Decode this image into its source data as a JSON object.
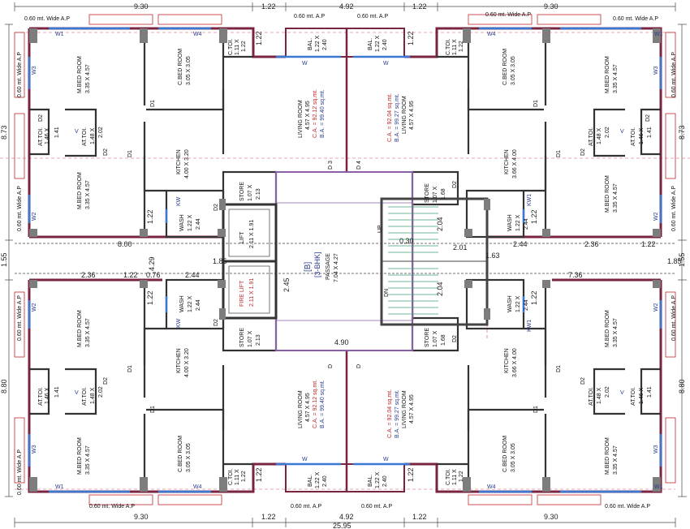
{
  "dims": {
    "top_930_l": "9.30",
    "top_122_l": "1.22",
    "top_492": "4.92",
    "top_122_r": "1.22",
    "top_930_r": "9.30",
    "bot_930_l": "9.30",
    "bot_122_l": "1.22",
    "bot_492": "4.92",
    "bot_122_r": "1.22",
    "bot_930_r": "9.30",
    "total": "25.95",
    "left_873": "8.73",
    "right_873": "8.73",
    "left_880": "8.80",
    "right_880": "8.80",
    "left_155": "1.55",
    "right_155": "1.55",
    "mid_800": "8.00",
    "mid_236_l": "2.36",
    "mid_122_l": "1.22",
    "mid_429": "4.29",
    "mid_076": "0.76",
    "mid_244_l": "2.44",
    "mid_185_l": "1.85",
    "mid_244_r": "2.44",
    "mid_236_r": "2.36",
    "mid_122_r": "1.22",
    "mid_736": "7.36",
    "mid_185_r": "1.85",
    "mid_163": "1.63",
    "stair_204_a": "2.04",
    "stair_204_b": "2.04",
    "stair_201": "2.01",
    "stair_030": "0.30",
    "lift_245": "2.45",
    "pass_490": "4.90",
    "wd_122_a": "1.22",
    "wd_122_b": "1.22",
    "wd_122_c": "1.22",
    "wd_122_d": "1.22",
    "wd_122_e": "1.22",
    "wd_122_f": "1.22",
    "wd_122_g": "1.22",
    "wd_122_h": "1.22"
  },
  "ap": {
    "tl_top": "0.60 mt. Wide A.P",
    "tr_top": "0.60 mt. Wide A.P",
    "tm_l": "0.60 mt. A.P",
    "tm_r": "0.60 mt. A.P",
    "tl_side": "0.60 mt. Wide A.P",
    "tr_side": "0.60 mt. Wide A.P",
    "tl_side2": "0.60 mt. Wide A.P",
    "tr_side2": "0.60 mt. Wide A.P",
    "bl_side": "0.60 mt. Wide A.P",
    "br_side": "0.60 mt. Wide A.P",
    "bl_side2": "0.60 mt. Wide A.P",
    "br_side2": "0.60 mt. Wide A.P",
    "bl_bot": "0.60 mt. Wide A.P",
    "br_bot": "0.60 mt. Wide A.P",
    "bm_l": "0.60 mt. A.P",
    "bm_r": "0.60 mt. A.P"
  },
  "rooms": {
    "mbed": "M.BED ROOM",
    "mbed_size": "3.35 X 4.57",
    "cbed": "C.BED ROOM",
    "cbed_size": "3.05 X 3.05",
    "ctoi": "C.TOI.",
    "ctoi_size1": "1.11 X",
    "ctoi_size2": "1.22",
    "bal": "BAL.",
    "bal_size1": "1.22 X",
    "bal_size2": "2.40",
    "living": "LIVING ROOM",
    "living_size": "4.57 X 4.95",
    "ca_l": "C.A. = 92.12 sq.mt.",
    "ba_l": "B.A. = 99.40 sq.mt.",
    "ca_r": "C.A. = 92.04 sq.mt.",
    "ba_r": "B.A. = 99.27 sq.mt.",
    "attoi": "AT.TOI.",
    "attoi_a1": "1.46 X",
    "attoi_a2": "1.41",
    "attoi_b1": "1.48 X",
    "attoi_b2": "2.02",
    "kitchen": "KITCHEN",
    "kitchen_l": "4.00 X 3.20",
    "kitchen_r": "3.66 X 4.00",
    "wash": "WASH",
    "wash_size1": "1.22 X",
    "wash_size2": "2.44",
    "store": "STORE",
    "store_size_l1": "1.07 X",
    "store_size_l2": "2.13",
    "store_size_r1": "1.07 X",
    "store_size_r2": "1.68",
    "lift": "LIFT",
    "lift_size": "2.11 X 1.91",
    "fire_lift": "FIRE LIFT",
    "fire_lift_size": "2.11 X 1.91",
    "bhk_a": "[B]",
    "bhk_b": "[3-BHK]",
    "passage": "PASSAGE",
    "passage_size": "7.04 X 4.27",
    "up": "UP",
    "dn": "DN"
  },
  "tags": {
    "w": "W",
    "w1": "W1",
    "w2": "W2",
    "w3": "W3",
    "w4": "W4",
    "d": "D",
    "d1": "D1",
    "d2": "D2",
    "d4": "D 4",
    "d3": "D 3",
    "kw": "KW",
    "kw1": "KW1",
    "v": "V"
  },
  "colors": {
    "wall": "#7a2540",
    "red": "#c0262b",
    "blue": "#3a78d6",
    "dim": "#555555",
    "shade": "#7d7d7d",
    "stair": "#3aa27a"
  }
}
